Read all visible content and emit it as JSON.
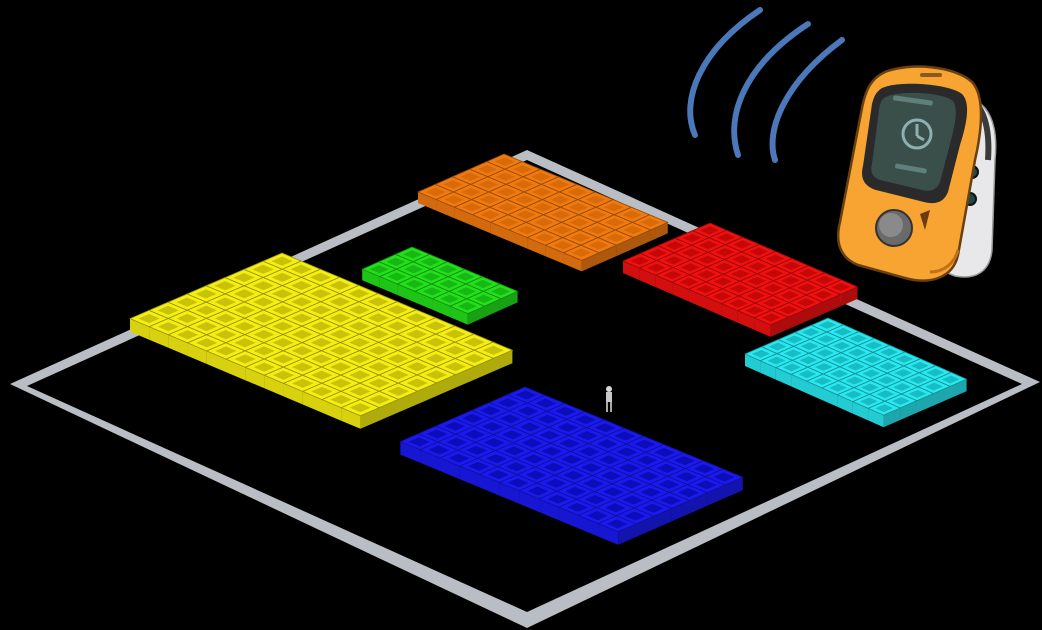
{
  "scene": {
    "background": "#000000",
    "frame_color": "#b8bec4",
    "frame_inner_color": "#000000",
    "zones": [
      {
        "name": "orange",
        "color": "#f07a10",
        "top": "#d96a08",
        "rows": 5,
        "cols": 9
      },
      {
        "name": "green",
        "color": "#22e01a",
        "top": "#18b814",
        "rows": 3,
        "cols": 6
      },
      {
        "name": "red",
        "color": "#f01010",
        "top": "#c40808",
        "rows": 5,
        "cols": 9
      },
      {
        "name": "yellow",
        "color": "#f5ee12",
        "top": "#c8c20a",
        "rows": 8,
        "cols": 12
      },
      {
        "name": "cyan",
        "color": "#28e8f0",
        "top": "#18bcc4",
        "rows": 5,
        "cols": 9
      },
      {
        "name": "blue",
        "color": "#1a1af0",
        "top": "#0c0cb8",
        "rows": 7,
        "cols": 11
      }
    ],
    "person": {
      "present": true,
      "color": "#d8d8d8"
    },
    "device": {
      "body_color": "#f7a432",
      "screen_color": "#3a4e4a",
      "screen_icon": "clock-icon",
      "signal_waves": 3,
      "signal_color": "#4a78b8"
    }
  }
}
